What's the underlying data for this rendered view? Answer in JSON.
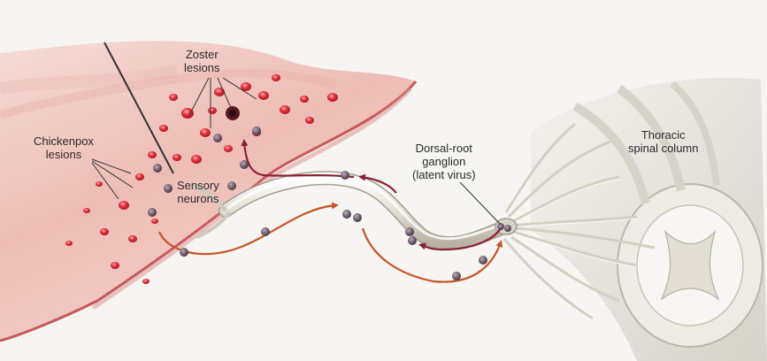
{
  "labels": {
    "zoster": [
      "Zoster",
      "lesions"
    ],
    "chickenpox": [
      "Chickenpox",
      "lesions"
    ],
    "sensory": [
      "Sensory",
      "neurons"
    ],
    "dorsal": [
      "Dorsal-root",
      "ganglion",
      "(latent virus)"
    ],
    "thoracic": [
      "Thoracic",
      "spinal column"
    ]
  },
  "colors": {
    "background": "#f6f5f1",
    "skin": "#f0c2bd",
    "lesion": "#d8323c",
    "virus": "#6a5a6a",
    "reactivation_path": "#8a1f33",
    "infection_path": "#c8552a",
    "nerve": "#dcd7cc"
  }
}
